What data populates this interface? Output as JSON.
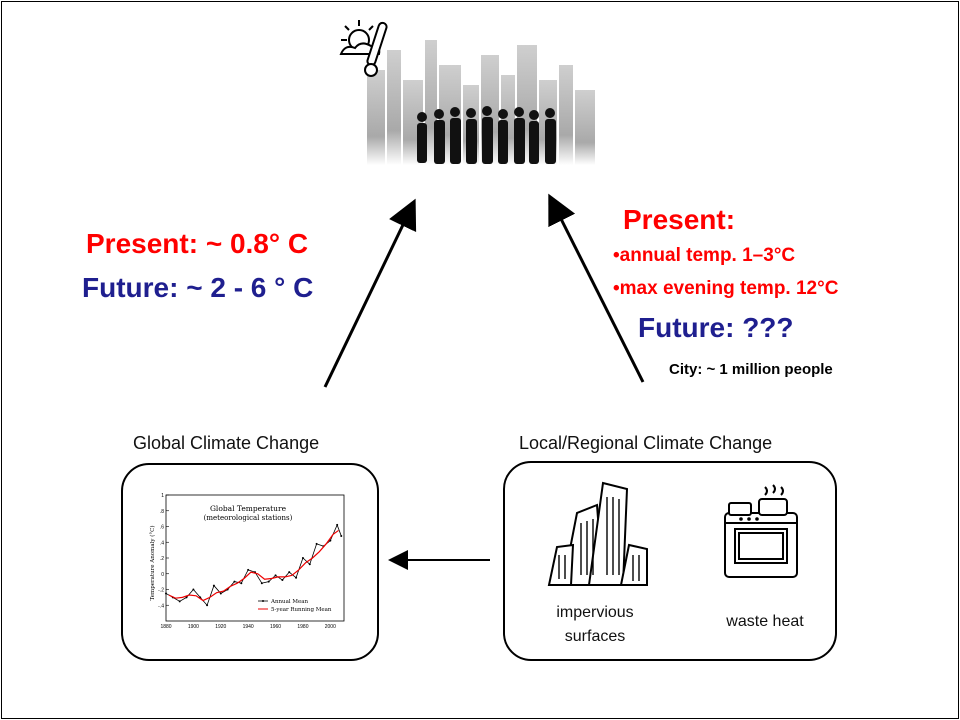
{
  "left_stats": {
    "present": "Present: ~ 0.8° C",
    "future": "Future: ~ 2 - 6 ° C"
  },
  "right_stats": {
    "present_title": "Present:",
    "bullet_1": "•annual temp. 1–3°C",
    "bullet_2": "•max evening temp. 12°C",
    "future": "Future: ???",
    "city": "City: ~ 1 million people"
  },
  "global_box": {
    "title": "Global Climate Change",
    "chart_title_1": "Global Temperature",
    "chart_title_2": "(meteorological stations)",
    "ylabel": "Temperature Anomaly (°C)",
    "legend_1": "Annual Mean",
    "legend_2": "5-year Running Mean"
  },
  "local_box": {
    "title": "Local/Regional Climate Change",
    "item_1_line1": "impervious",
    "item_1_line2": "surfaces",
    "item_2": "waste heat"
  },
  "chart_data": {
    "type": "line",
    "title": "Global Temperature (meteorological stations)",
    "xlabel": "",
    "ylabel": "Temperature Anomaly (°C)",
    "xlim": [
      1880,
      2010
    ],
    "ylim": [
      -0.6,
      1.0
    ],
    "x_ticks": [
      1880,
      1900,
      1920,
      1940,
      1960,
      1980,
      2000
    ],
    "y_ticks": [
      -0.4,
      -0.2,
      0,
      0.2,
      0.4,
      0.6,
      0.8,
      1.0
    ],
    "series": [
      {
        "name": "Annual Mean",
        "x": [
          1880,
          1885,
          1890,
          1895,
          1900,
          1905,
          1910,
          1915,
          1920,
          1925,
          1930,
          1935,
          1940,
          1945,
          1950,
          1955,
          1960,
          1965,
          1970,
          1975,
          1980,
          1985,
          1990,
          1995,
          2000,
          2005,
          2008
        ],
        "values": [
          -0.25,
          -0.3,
          -0.35,
          -0.3,
          -0.2,
          -0.3,
          -0.4,
          -0.15,
          -0.25,
          -0.2,
          -0.1,
          -0.12,
          0.05,
          0.02,
          -0.12,
          -0.1,
          -0.02,
          -0.08,
          0.02,
          -0.05,
          0.2,
          0.12,
          0.38,
          0.35,
          0.42,
          0.62,
          0.48
        ]
      },
      {
        "name": "5-year Running Mean",
        "x": [
          1882,
          1887,
          1892,
          1897,
          1902,
          1907,
          1912,
          1917,
          1922,
          1927,
          1932,
          1937,
          1942,
          1947,
          1952,
          1957,
          1962,
          1967,
          1972,
          1977,
          1982,
          1987,
          1992,
          1997,
          2002,
          2006
        ],
        "values": [
          -0.27,
          -0.31,
          -0.3,
          -0.27,
          -0.28,
          -0.34,
          -0.3,
          -0.24,
          -0.22,
          -0.16,
          -0.12,
          -0.06,
          0.02,
          0.0,
          -0.07,
          -0.06,
          -0.04,
          -0.04,
          -0.02,
          0.05,
          0.14,
          0.2,
          0.28,
          0.38,
          0.5,
          0.55
        ]
      }
    ]
  }
}
